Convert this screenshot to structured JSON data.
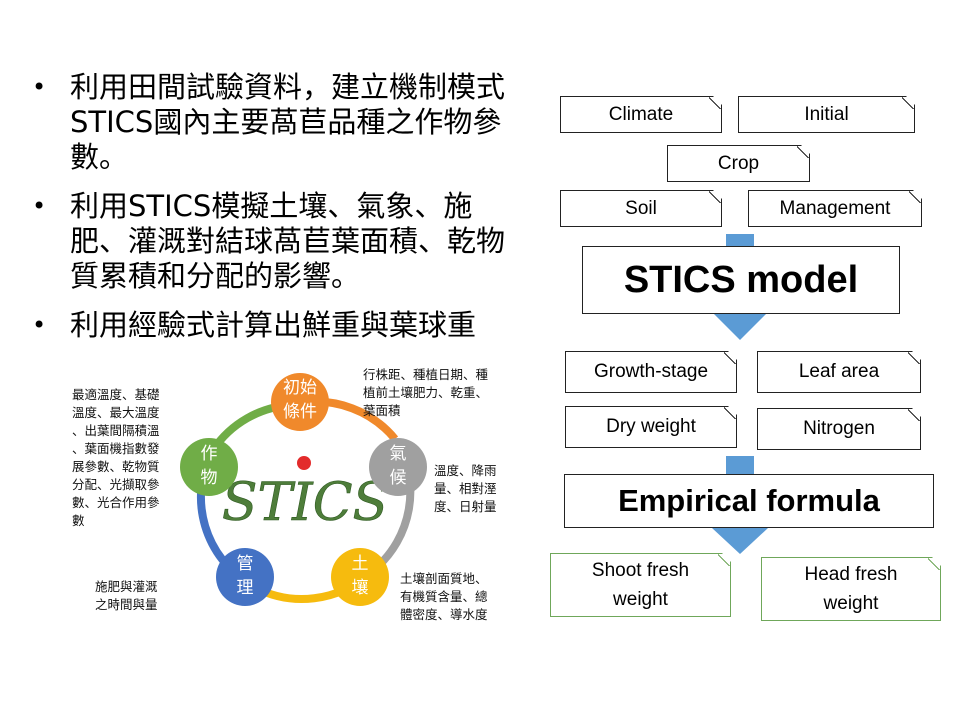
{
  "bullets": [
    "利用田間試驗資料，建立機制模式STICS國內主要萵苣品種之作物參數。",
    "利用STICS模擬土壤、氣象、施肥、灌溉對結球萵苣葉面積、乾物質累積和分配的影響。",
    "利用經驗式計算出鮮重與葉球重"
  ],
  "bullet_symbol": "•",
  "cycle": {
    "nodes": [
      {
        "line1": "初始",
        "line2": "條件",
        "color": "#f0892b"
      },
      {
        "line1": "氣",
        "line2": "候",
        "color": "#a0a0a0"
      },
      {
        "line1": "土",
        "line2": "壤",
        "color": "#f6bb0e"
      },
      {
        "line1": "管",
        "line2": "理",
        "color": "#4472c4"
      },
      {
        "line1": "作",
        "line2": "物",
        "color": "#70ad47"
      }
    ],
    "logo": "STICS",
    "notes": {
      "initial": [
        "行株距、種植日期、種",
        "植前土壤肥力、乾重、",
        "葉面積"
      ],
      "climate": [
        "溫度、降雨",
        "量、相對溼",
        "度、日射量"
      ],
      "soil": [
        "土壤剖面質地、",
        "有機質含量、總",
        "體密度、導水度"
      ],
      "management": [
        "施肥與灌溉",
        "之時間與量"
      ],
      "crop": [
        "最適溫度、基礎",
        "溫度、最大溫度",
        "、出葉間隔積溫",
        "、葉面機指數發",
        "展參數、乾物質",
        "分配、光擷取參",
        "數、光合作用參",
        "數"
      ]
    }
  },
  "flow": {
    "inputs": {
      "climate": "Climate",
      "initial": "Initial",
      "crop": "Crop",
      "soil": "Soil",
      "management": "Management"
    },
    "model": "STICS model",
    "outputs": {
      "growth": "Growth-stage",
      "leaf": "Leaf area",
      "dry": "Dry weight",
      "nitrogen": "Nitrogen"
    },
    "formula": "Empirical formula",
    "results": {
      "shoot_line1": "Shoot fresh",
      "shoot_line2": "weight",
      "head_line1": "Head fresh",
      "head_line2": "weight"
    },
    "arrow_color": "#5b9bd5"
  }
}
